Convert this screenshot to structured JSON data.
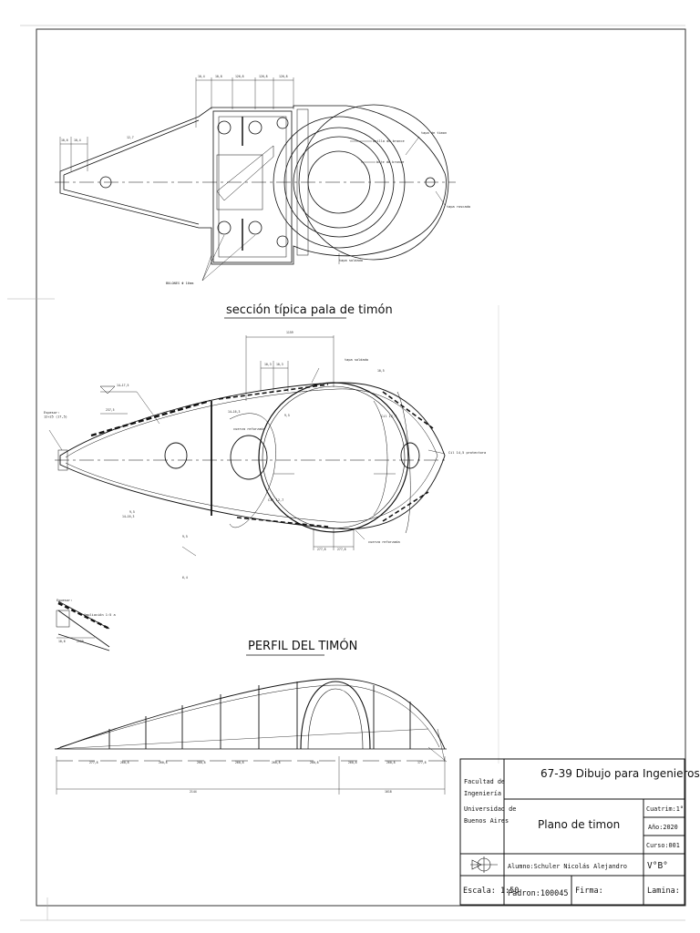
{
  "drawing": {
    "plan_view": {
      "top_dims": [
        "10,4",
        "10,8",
        "126,8",
        "126,8",
        "126,8"
      ],
      "left_dims": [
        "10,6",
        "10,4"
      ],
      "angle_dim": "12,7",
      "labels": {
        "anillo_bronce": "anillo de bronce",
        "buje_bronce": "buje de bronce",
        "tapa_timon": "tapa de timon",
        "tapa_roscada": "tapa roscada",
        "tapa_soldada": "tapa soldada",
        "bulones": "BULONES Φ 16mm"
      }
    },
    "section_view": {
      "title": "sección típica pala de timón",
      "top_dim": "1159",
      "sub_dims": [
        "10,3",
        "10,3"
      ],
      "dims_left": [
        "14–17,5",
        "237,5",
        "14–16,3",
        "9,5"
      ],
      "espesor": "Espesor:\n12+25 (17,5)",
      "labels": {
        "tapa_soldada": "tapa soldada",
        "cuerno_reforzado": "cuerva reforzada",
        "cuerno_reforzado2": "cuerva reforzada",
        "acero_protectora": "Cil 14,5 protectora",
        "cil_1": "Cil 12,7",
        "cil_2": "Cil 12,7"
      },
      "bottom_dims": [
        "277,8",
        "277,8"
      ],
      "small_dims": [
        "9,5",
        "14–16,3",
        "9,5",
        "6,4",
        "10,5"
      ],
      "detail": {
        "espesor": "Espesor:",
        "ampliacion": "Ampliación 1:5 a",
        "d1": "10,6",
        "d2": "2120"
      }
    },
    "profile_view": {
      "title": "PERFIL DEL TIMÓN",
      "segment_dims": [
        "277,8",
        "260,8",
        "260,8",
        "260,8",
        "260,8",
        "260,8",
        "260,8",
        "260,8",
        "260,8",
        "177,8"
      ],
      "overall_dims": [
        "2144",
        "1618"
      ]
    }
  },
  "title_block": {
    "institution": [
      "Facultad de",
      "Ingeniería",
      "Universidad de",
      "Buenos Aires"
    ],
    "course_title": "67-39 Dibujo para Ingenieros",
    "drawing_name": "Plano de timon",
    "cuatrimestre": "Cuatrim:1°",
    "anio": "Año:2020",
    "curso": "Curso:001",
    "alumno": "Alumno:Schuler Nicolás Alejandro",
    "grupo": "V°B°",
    "escala": "Escala: 1:50",
    "padron": "Padron:100045",
    "firma": "Firma:",
    "lamina": "Lamina:"
  },
  "colors": {
    "ink": "#111111",
    "frame": "#333333",
    "paper": "#ffffff"
  }
}
